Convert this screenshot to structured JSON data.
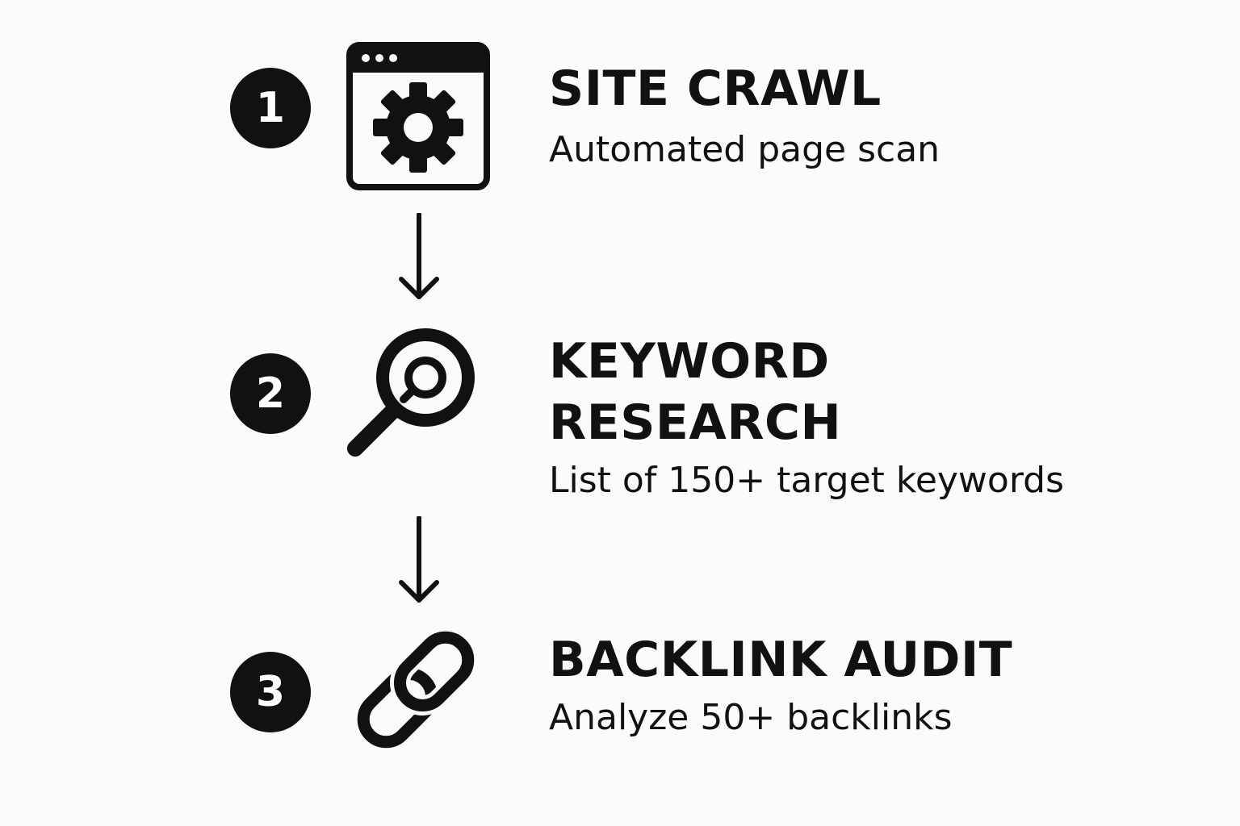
{
  "steps": [
    {
      "number": "1",
      "title": "SITE CRAWL",
      "description": "Automated page scan",
      "icon": "browser-gear-icon"
    },
    {
      "number": "2",
      "title_lines": [
        "KEYWORD",
        "RESEARCH"
      ],
      "description": "List of 150+ target keywords",
      "icon": "magnifier-icon"
    },
    {
      "number": "3",
      "title": "BACKLINK AUDIT",
      "description": "Analyze 50+ backlinks",
      "icon": "chain-link-icon"
    }
  ],
  "colors": {
    "ink": "#111111",
    "background": "#fbfbfb"
  }
}
